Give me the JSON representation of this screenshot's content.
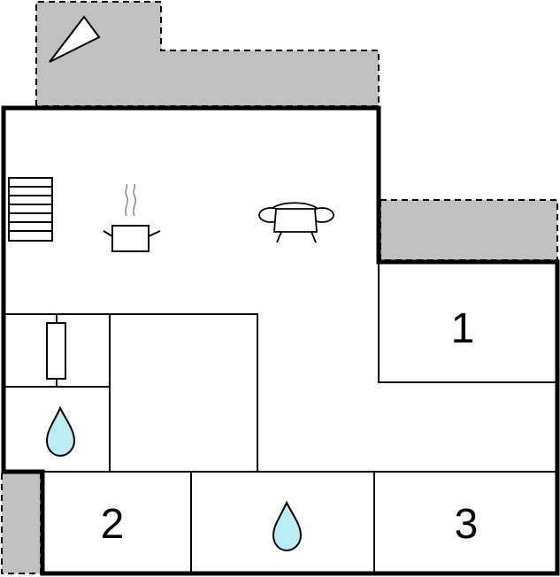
{
  "colors": {
    "background": "#ffffff",
    "outdoor_area": "#c0c0c0",
    "wall": "#000000",
    "water": "#b9ecf3"
  },
  "rooms": {
    "bedroom_1": {
      "number": "1"
    },
    "bedroom_2": {
      "number": "2"
    },
    "bedroom_3": {
      "number": "3"
    }
  },
  "icons": {
    "compass": "compass-arrow-icon",
    "stairs": "stairs-icon",
    "cooking": "cooking-pot-icon",
    "living": "sofa-icon",
    "heater": "radiator-icon",
    "bathroom_left": "water-drop-icon",
    "bathroom_bottom": "water-drop-icon"
  }
}
